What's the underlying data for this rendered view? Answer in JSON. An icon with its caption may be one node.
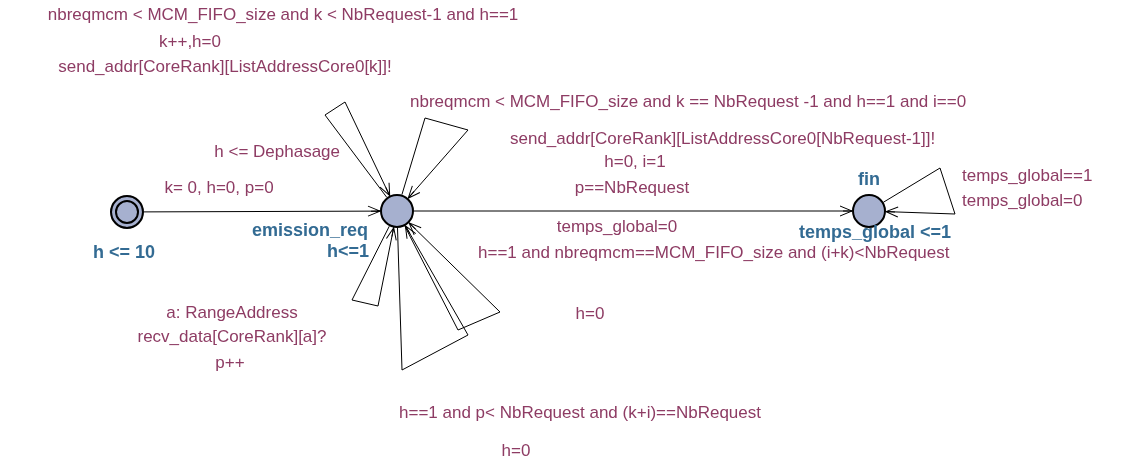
{
  "diagram": {
    "nodes": [
      {
        "text": [
          "h <= 10"
        ]
      },
      {
        "text": [
          "emission_req",
          "h<=1"
        ]
      },
      {
        "text": [
          "fin",
          "temps_global <=1"
        ]
      }
    ],
    "edges": [
      {
        "from": 0,
        "to": 1,
        "arrow": "to",
        "label": "k= 0, h=0, p=0"
      },
      {
        "from": 1,
        "to": 1,
        "arrow": "to",
        "label": "nbreqmcm < MCM_FIFO_size and k < NbRequest-1 and h==1"
      },
      {
        "from": 1,
        "to": 1,
        "arrow": "to",
        "label": "nbreqmcm < MCM_FIFO_size and k == NbRequest -1 and h==1 and i==0"
      },
      {
        "from": 1,
        "to": 2,
        "arrow": "to",
        "label": "p==NbRequest"
      },
      {
        "from": 2,
        "to": 2,
        "arrow": "to",
        "label": "temps_global==1"
      },
      {
        "from": 1,
        "to": 1,
        "arrow": "to",
        "label": "a: RangeAddress"
      },
      {
        "from": 1,
        "to": 1,
        "arrow": "to",
        "label": "h==1 and p< NbRequest and (k+i)==NbRequest"
      },
      {
        "from": 1,
        "to": 1,
        "arrow": "to",
        "label": "h==1 and nbreqmcm==MCM_FIFO_size and (i+k)<NbRequest"
      }
    ],
    "labels": [
      "k++,h=0",
      "send_addr[CoreRank][ListAddressCore0[k]]!",
      "send_addr[CoreRank][ListAddressCore0[NbRequest-1]]!",
      "h <= Dephasage",
      "h=0, i=1",
      "temps_global=0",
      "temps_global=0",
      "h=0",
      "recv_data[CoreRank][a]?",
      "p++",
      "h=0"
    ]
  }
}
